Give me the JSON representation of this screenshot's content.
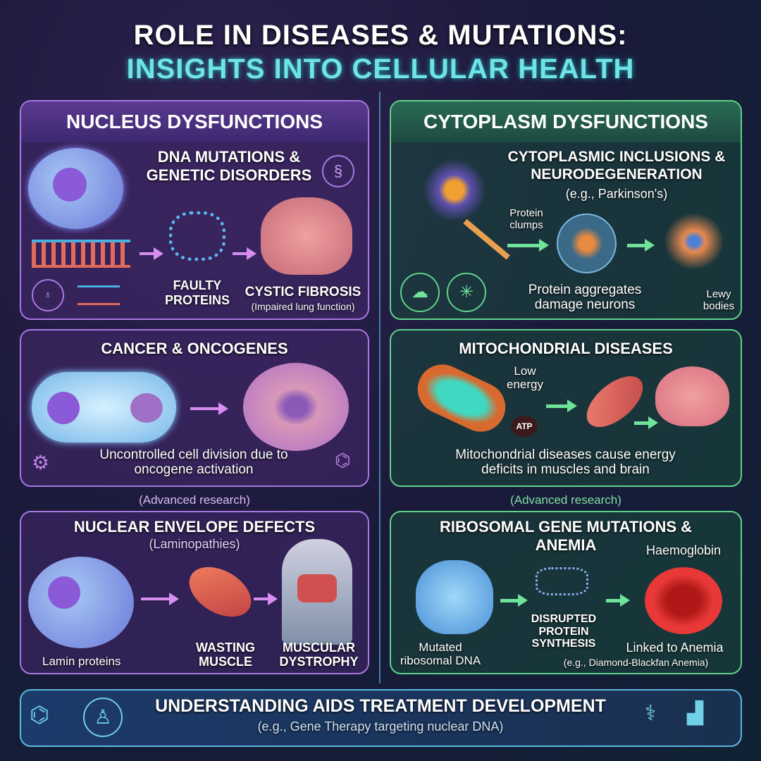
{
  "title": {
    "line1": "ROLE IN DISEASES & MUTATIONS:",
    "line2": "INSIGHTS INTO CELLULAR HEALTH"
  },
  "left": {
    "header": "NUCLEUS DYSFUNCTIONS",
    "dna": {
      "title": "DNA MUTATIONS & GENETIC DISORDERS",
      "faulty": "FAULTY PROTEINS",
      "disease": "CYSTIC FIBROSIS",
      "disease_note": "(Impaired lung function)"
    },
    "cancer": {
      "title": "CANCER & ONCOGENES",
      "desc": "Uncontrolled cell division due to oncogene activation"
    },
    "research": "(Advanced research)",
    "envelope": {
      "title": "NUCLEAR ENVELOPE DEFECTS",
      "subtitle": "(Laminopathies)",
      "lamin": "Lamin proteins",
      "wasting": "WASTING MUSCLE",
      "dystrophy": "MUSCULAR DYSTROPHY"
    }
  },
  "right": {
    "header": "CYTOPLASM DYSFUNCTIONS",
    "inclusions": {
      "title": "CYTOPLASMIC INCLUSIONS & NEURODEGENERATION",
      "example": "(e.g., Parkinson's)",
      "clumps": "Protein clumps",
      "desc": "Protein aggregates damage neurons",
      "lewy": "Lewy bodies"
    },
    "mito": {
      "title": "MITOCHONDRIAL DISEASES",
      "low": "Low energy",
      "atp": "ATP",
      "desc": "Mitochondrial diseases cause energy deficits in muscles and brain"
    },
    "research": "(Advanced research)",
    "ribo": {
      "title": "RIBOSOMAL GENE MUTATIONS & ANEMIA",
      "haemo": "Haemoglobin",
      "mutated": "Mutated ribosomal DNA",
      "disrupted": "DISRUPTED PROTEIN SYNTHESIS",
      "linked": "Linked to Anemia",
      "example": "(e.g., Diamond-Blackfan Anemia)"
    }
  },
  "footer": {
    "title": "UNDERSTANDING AIDS TREATMENT DEVELOPMENT",
    "subtitle": "(e.g., Gene Therapy targeting nuclear DNA)"
  },
  "colors": {
    "left_accent": "#a877e0",
    "right_accent": "#5fd38a",
    "title_cyan": "#6fe3e8"
  }
}
